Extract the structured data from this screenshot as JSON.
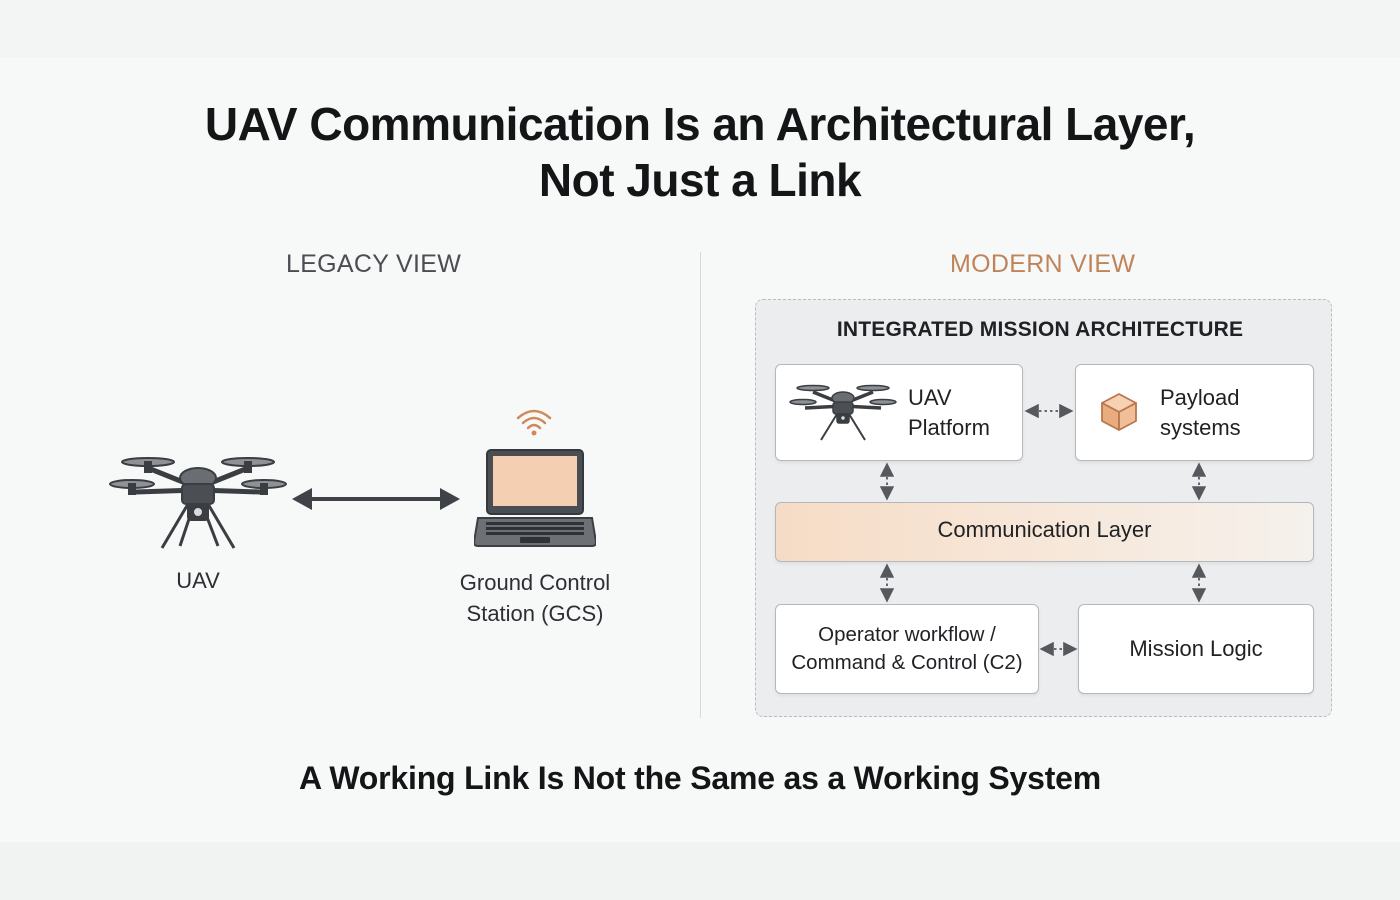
{
  "title": "UAV Communication Is an Architectural Layer, Not Just a Link",
  "legacy": {
    "label": "LEGACY VIEW",
    "uav_label": "UAV",
    "gcs_label": "Ground Control Station (GCS)"
  },
  "modern": {
    "label": "MODERN VIEW",
    "architecture_title": "INTEGRATED MISSION ARCHITECTURE",
    "uav_platform": "UAV Platform",
    "payload": "Payload systems",
    "communication": "Communication Layer",
    "operator": "Operator workflow / Command & Control (C2)",
    "mission_logic": "Mission Logic"
  },
  "footer": "A Working Link Is Not the Same as a Working System",
  "colors": {
    "modern_accent": "#c0845a",
    "communication_fill": "#f6dcc6",
    "laptop_screen": "#f5cfb2"
  },
  "icons": [
    "drone-icon",
    "wifi-icon",
    "laptop-icon",
    "cube-icon",
    "double-arrow-icon"
  ]
}
